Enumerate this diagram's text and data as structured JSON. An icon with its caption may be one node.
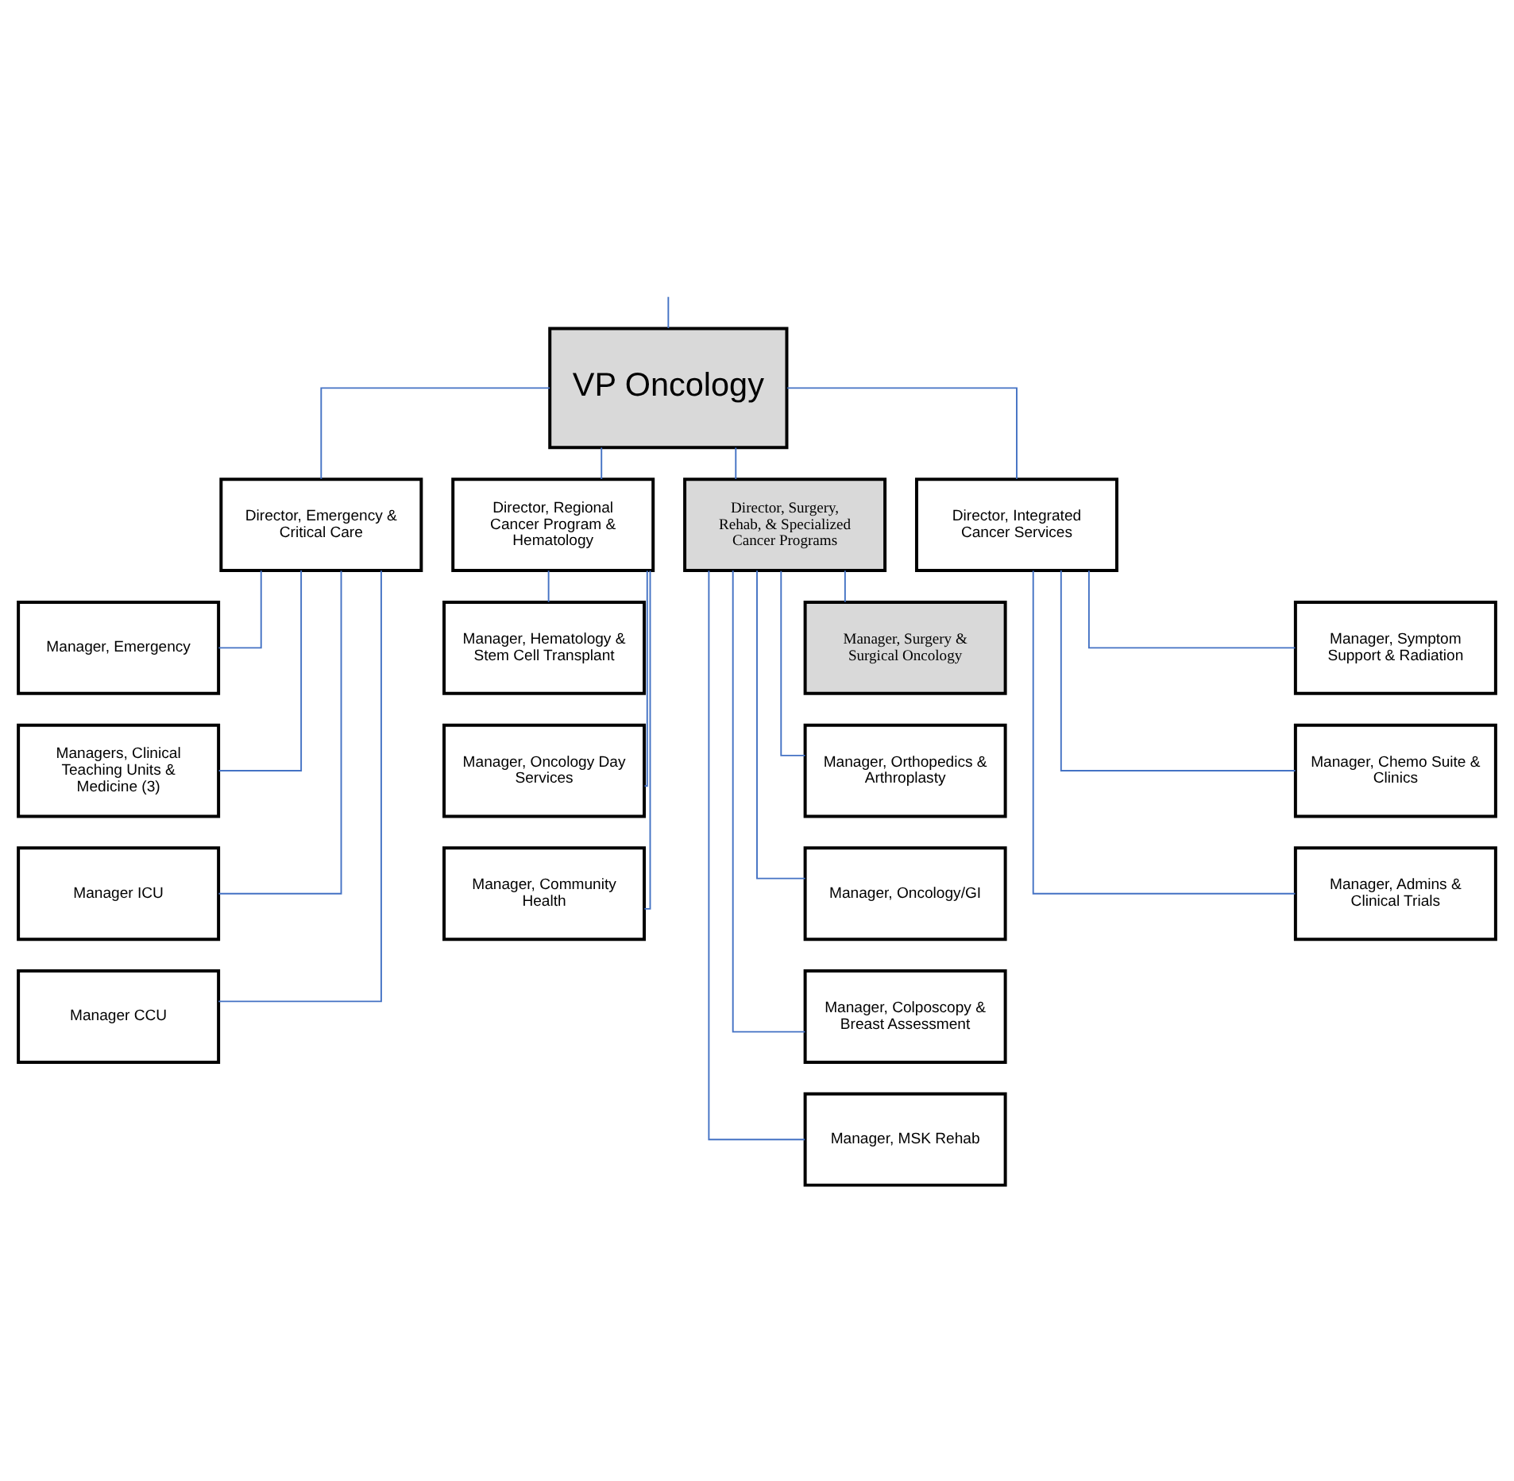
{
  "diagram": {
    "nodes": [
      {
        "text": [
          "VP Oncology"
        ]
      },
      {
        "text": [
          "Director, Emergency & Critical Care"
        ]
      },
      {
        "text": [
          "Director, Regional Cancer Program & Hematology"
        ]
      },
      {
        "text": [
          "Director, Surgery, Rehab, & Specialized Cancer Programs"
        ]
      },
      {
        "text": [
          "Director, Integrated Cancer Services"
        ]
      },
      {
        "text": [
          "Manager, Emergency"
        ]
      },
      {
        "text": [
          "Managers, Clinical Teaching Units & Medicine (3)"
        ]
      },
      {
        "text": [
          "Manager ICU"
        ]
      },
      {
        "text": [
          "Manager CCU"
        ]
      },
      {
        "text": [
          "Manager, Hematology & Stem Cell Transplant"
        ]
      },
      {
        "text": [
          "Manager, Oncology Day Services"
        ]
      },
      {
        "text": [
          "Manager, Community Health"
        ]
      },
      {
        "text": [
          "Manager, Surgery & Surgical Oncology"
        ]
      },
      {
        "text": [
          "Manager, Orthopedics & Arthroplasty"
        ]
      },
      {
        "text": [
          "Manager, Oncology/GI"
        ]
      },
      {
        "text": [
          "Manager, Colposcopy & Breast Assessment"
        ]
      },
      {
        "text": [
          "Manager, MSK Rehab"
        ]
      },
      {
        "text": [
          "Manager, Symptom Support & Radiation"
        ]
      },
      {
        "text": [
          "Manager, Chemo Suite & Clinics"
        ]
      },
      {
        "text": [
          "Manager, Admins & Clinical Trials"
        ]
      }
    ],
    "edges": [
      {
        "from": null,
        "to": 0,
        "arrow": "none"
      },
      {
        "from": 0,
        "to": 1,
        "arrow": "none"
      },
      {
        "from": 0,
        "to": 2,
        "arrow": "none"
      },
      {
        "from": 0,
        "to": 3,
        "arrow": "none"
      },
      {
        "from": 0,
        "to": 4,
        "arrow": "none"
      },
      {
        "from": 1,
        "to": 5,
        "arrow": "none"
      },
      {
        "from": 1,
        "to": 6,
        "arrow": "none"
      },
      {
        "from": 1,
        "to": 7,
        "arrow": "none"
      },
      {
        "from": 1,
        "to": 8,
        "arrow": "none"
      },
      {
        "from": 2,
        "to": 9,
        "arrow": "none"
      },
      {
        "from": 2,
        "to": 10,
        "arrow": "none"
      },
      {
        "from": 2,
        "to": 11,
        "arrow": "none"
      },
      {
        "from": 3,
        "to": 12,
        "arrow": "none"
      },
      {
        "from": 3,
        "to": 13,
        "arrow": "none"
      },
      {
        "from": 3,
        "to": 14,
        "arrow": "none"
      },
      {
        "from": 3,
        "to": 15,
        "arrow": "none"
      },
      {
        "from": 3,
        "to": 16,
        "arrow": "none"
      },
      {
        "from": 4,
        "to": 17,
        "arrow": "none"
      },
      {
        "from": 4,
        "to": 18,
        "arrow": "none"
      },
      {
        "from": 4,
        "to": 19,
        "arrow": "none"
      }
    ]
  }
}
